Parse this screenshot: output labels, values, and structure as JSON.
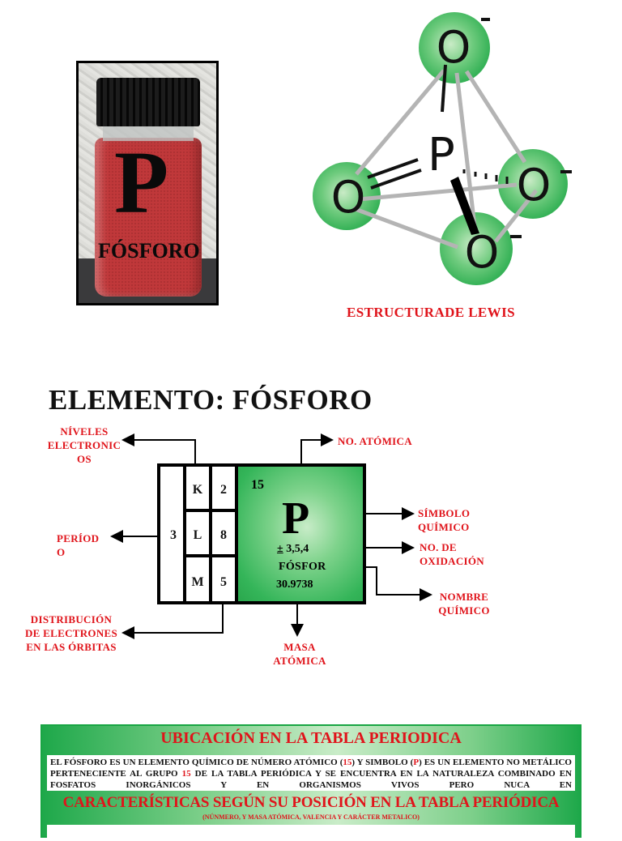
{
  "photo": {
    "symbol": "P",
    "name": "FÓSFORO"
  },
  "lewis": {
    "center_atom": "P",
    "outer_atom": "O",
    "charge": "-",
    "caption": "ESTRUCTURADE LEWIS",
    "colors": {
      "sphere": "#3cb95a",
      "bond": "#b4b4b4"
    }
  },
  "title": "ELEMENTO: FÓSFORO",
  "card": {
    "period": "3",
    "shells": [
      {
        "level": "K",
        "electrons": "2"
      },
      {
        "level": "L",
        "electrons": "8"
      },
      {
        "level": "M",
        "electrons": "5"
      }
    ],
    "atomic_number": "15",
    "symbol": "P",
    "oxidation_sign": "±",
    "oxidation_states": " 3,5,4",
    "name": "FÓSFOR",
    "mass": "30.9738"
  },
  "labels": {
    "niveles": "NÍVELES ELECTRONIC OS",
    "niveles_lines": [
      "NÍVELES",
      "ELECTRONIC",
      "OS"
    ],
    "no_atomica": "NO. ATÓMICA",
    "periodo_lines": [
      "PERÍOD",
      "O"
    ],
    "simbolo_lines": [
      "SÍMBOLO",
      "QUÍMICO"
    ],
    "oxidacion_lines": [
      "NO. DE",
      "OXIDACIÓN"
    ],
    "nombre_lines": [
      "NOMBRE",
      "QUÍMICO"
    ],
    "distribucion_lines": [
      "DISTRIBUCIÓN",
      "DE ELECTRONES",
      "EN LAS ÓRBITAS"
    ],
    "masa_lines": [
      "MASA",
      "ATÓMICA"
    ]
  },
  "panel": {
    "title": "UBICACIÓN EN LA TABLA PERIODICA",
    "text_parts": [
      "EL FÓSFORO ES UN ELEMENTO QUÍMICO DE NÚMERO ATÓMICO (",
      "15",
      ") Y SIMBOLO (",
      "P",
      ") ES UN ELEMENTO NO METÁLICO PERTENECIENTE AL GRUPO ",
      "15",
      " DE LA TABLA PERIÓDICA Y SE ENCUENTRA EN LA NATURALEZA COMBINADO EN FOSFATOS INORGÁNICOS Y EN ORGANISMOS VIVOS PERO NUCA EN"
    ],
    "subtitle": "CARACTERÍSTICAS SEGÚN SU POSICIÓN EN LA TABLA PERIÓDICA",
    "note": "(NÚNMERO, Y MASA ATÓMICA, VALENCIA Y CARÁCTER METALICO)"
  },
  "colors": {
    "label_red": "#e0141b",
    "card_green": "#34b559",
    "panel_green": "#1ea84a"
  }
}
